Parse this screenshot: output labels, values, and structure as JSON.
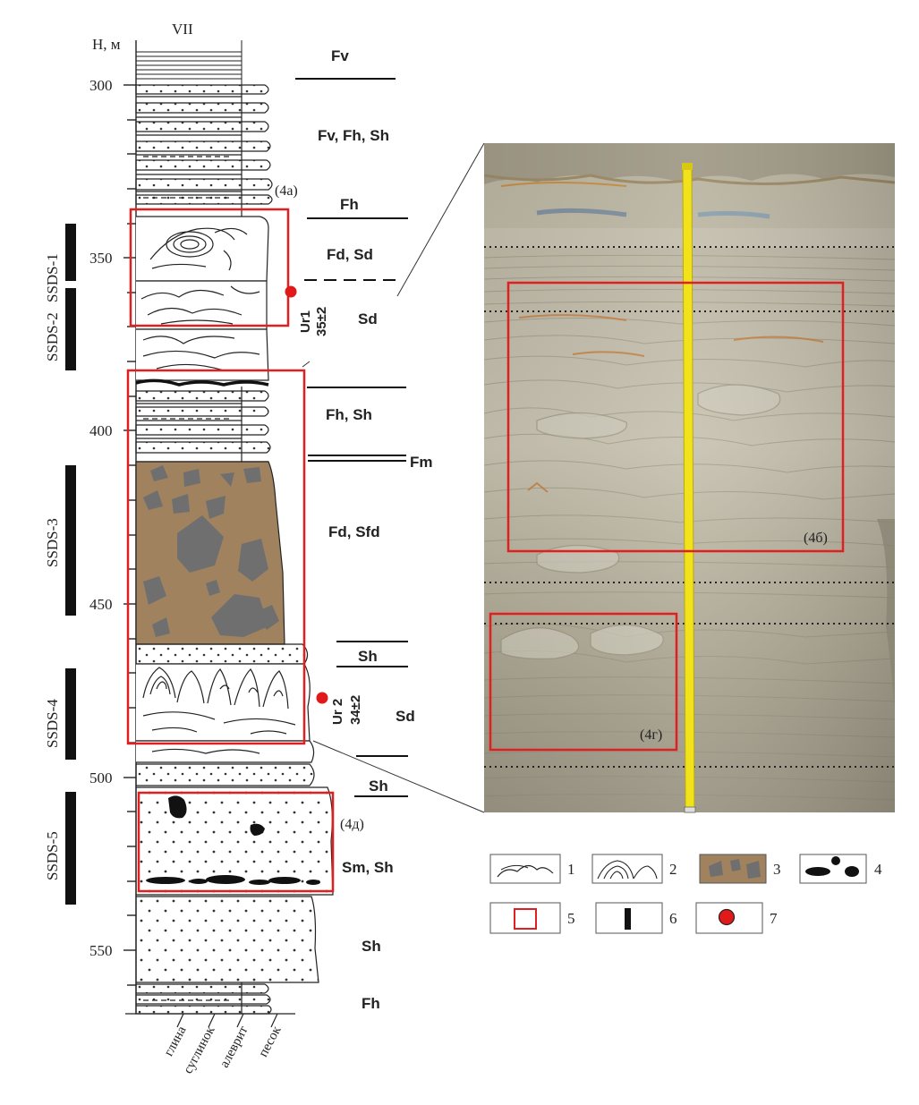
{
  "column": {
    "title": "VII",
    "axis_label": "H, м",
    "depth_ticks": [
      "300",
      "350",
      "400",
      "450",
      "500",
      "550"
    ]
  },
  "facies_labels": {
    "fv_top": "Fv",
    "fv_fh_sh": "Fv, Fh, Sh",
    "fh_1": "Fh",
    "fd_sd": "Fd, Sd",
    "sd_1": "Sd",
    "fh_sh": "Fh, Sh",
    "fm": "Fm",
    "fd_sfd": "Fd, Sfd",
    "sh_1": "Sh",
    "sd_2": "Sd",
    "sh_2": "Sh",
    "sm_sh": "Sm, Sh",
    "sh_3": "Sh",
    "fh_bottom": "Fh"
  },
  "ssds_zones": {
    "ssds_1": "SSDS-1",
    "ssds_2": "SSDS-2",
    "ssds_3": "SSDS-3",
    "ssds_4": "SSDS-4",
    "ssds_5": "SSDS-5"
  },
  "samples": {
    "ur1_name": "Ur1",
    "ur1_age": "35±2",
    "ur2_name": "Ur 2",
    "ur2_age": "34±2"
  },
  "callouts": {
    "c4a": "(4а)",
    "c4b": "(4б)",
    "c4g": "(4г)",
    "c4d": "(4д)"
  },
  "grain_size": {
    "clay": "глина",
    "loam": "суглинок",
    "silt": "алеврит",
    "sand": "песок"
  },
  "legend": {
    "n1": "1",
    "n2": "2",
    "n3": "3",
    "n4": "4",
    "n5": "5",
    "n6": "6",
    "n7": "7"
  },
  "colors": {
    "highlight_box": "#e02020",
    "diamicton": "#a0825e",
    "clast": "#6f6f70",
    "sample_dot": "#e01a1a",
    "ssds_bar": "#111111",
    "measuring_tape": "#f2e21c"
  }
}
